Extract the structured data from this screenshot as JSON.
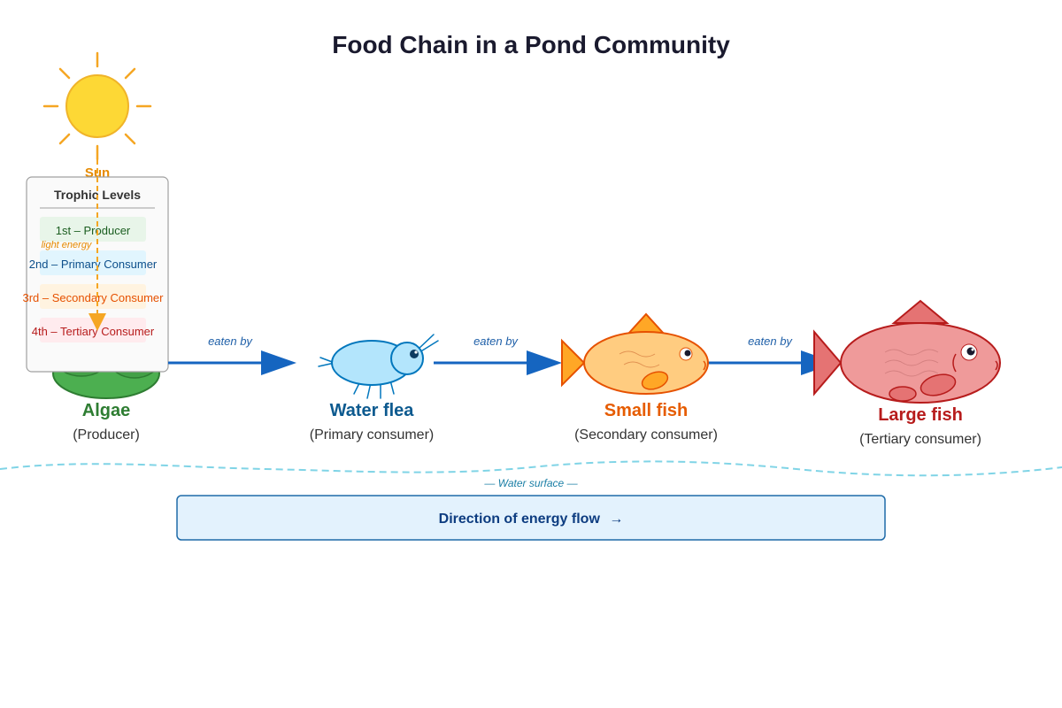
{
  "title": "Food Chain in a Pond Community",
  "sun": {
    "label": "Sun",
    "energy_label": "light energy"
  },
  "organisms": [
    {
      "name": "Algae",
      "role": "(Producer)",
      "color": "#2e7d32"
    },
    {
      "name": "Water flea",
      "role": "(Primary consumer)",
      "color": "#0d5a8f"
    },
    {
      "name": "Small fish",
      "role": "(Secondary consumer)",
      "color": "#e65c00"
    },
    {
      "name": "Large fish",
      "role": "(Tertiary consumer)",
      "color": "#b71c1c"
    }
  ],
  "links": [
    {
      "label": "eaten by"
    },
    {
      "label": "eaten by"
    },
    {
      "label": "eaten by"
    }
  ],
  "legend": {
    "title": "Trophic Levels",
    "items": [
      {
        "label": "1st – Producer",
        "color": "#1b5e20",
        "bg": "#e8f5e9"
      },
      {
        "label": "2nd – Primary Consumer",
        "color": "#0d4f8b",
        "bg": "#e1f5fe"
      },
      {
        "label": "3rd – Secondary Consumer",
        "color": "#e65100",
        "bg": "#fff3e0"
      },
      {
        "label": "4th – Tertiary Consumer",
        "color": "#b71c1c",
        "bg": "#ffebee"
      }
    ]
  },
  "water_surface_label": "— Water surface —",
  "energy_flow": {
    "label": "Direction of energy flow",
    "arrow": "→"
  },
  "colors": {
    "arrow": "#1565c0",
    "sun_fill": "#fdd835",
    "sun_ray": "#f5a623",
    "water_line": "#80d4e6",
    "flow_box_bg": "#e3f2fd",
    "flow_box_border": "#1e6aa8"
  }
}
